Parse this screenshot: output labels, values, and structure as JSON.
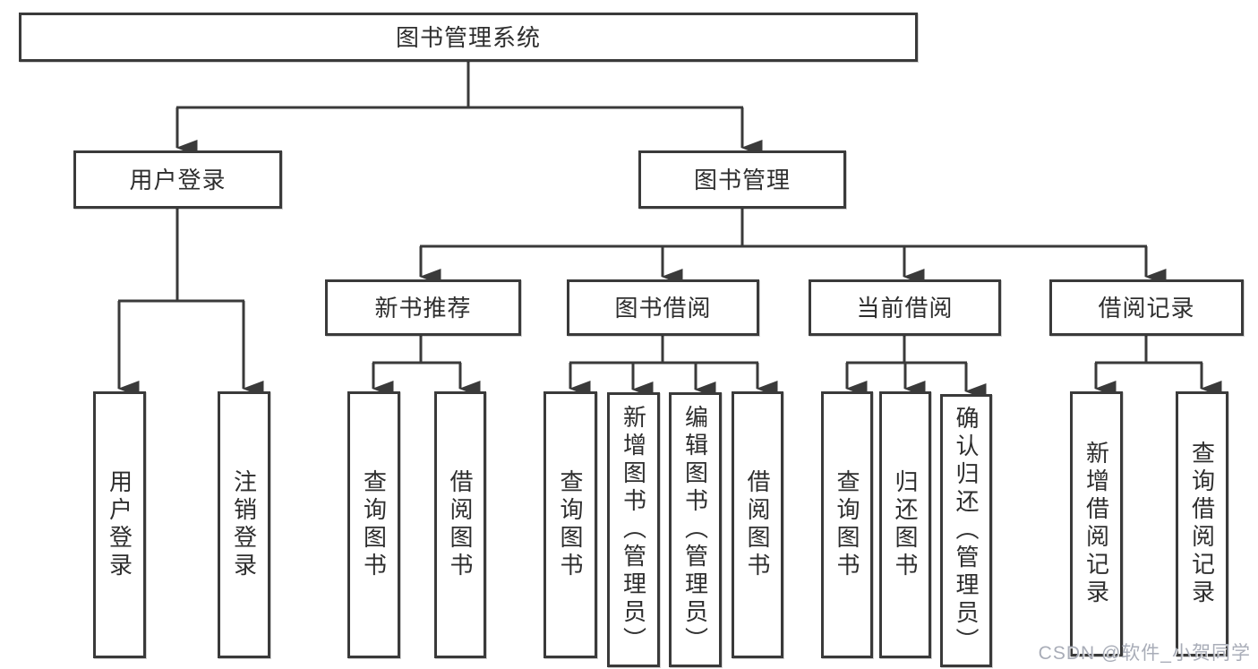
{
  "diagram": {
    "type": "hierarchy-tree",
    "colors": {
      "line": "#3a3a3a",
      "box_border": "#3a3a3a",
      "box_fill": "#ffffff",
      "text": "#2e2e2e",
      "watermark": "#a4a9b4"
    },
    "nodes": {
      "root": "图书管理系统",
      "login": "用户登录",
      "mgmt": "图书管理",
      "login_c1": "用户登录",
      "login_c2": "注销登录",
      "g1": "新书推荐",
      "g1c1": "查询图书",
      "g1c2": "借阅图书",
      "g2": "图书借阅",
      "g2c1": "查询图书",
      "g2c2": "新增图书（管理员）",
      "g2c3": "编辑图书（管理员）",
      "g2c4": "借阅图书",
      "g3": "当前借阅",
      "g3c1": "查询图书",
      "g3c2": "归还图书",
      "g3c3": "确认归还（管理员）",
      "g4": "借阅记录",
      "g4c1": "新增借阅记录",
      "g4c2": "查询借阅记录"
    },
    "tree": {
      "label": "图书管理系统",
      "children": [
        {
          "label": "用户登录",
          "children": [
            "用户登录",
            "注销登录"
          ]
        },
        {
          "label": "图书管理",
          "children": [
            {
              "label": "新书推荐",
              "children": [
                "查询图书",
                "借阅图书"
              ]
            },
            {
              "label": "图书借阅",
              "children": [
                "查询图书",
                "新增图书（管理员）",
                "编辑图书（管理员）",
                "借阅图书"
              ]
            },
            {
              "label": "当前借阅",
              "children": [
                "查询图书",
                "归还图书",
                "确认归还（管理员）"
              ]
            },
            {
              "label": "借阅记录",
              "children": [
                "新增借阅记录",
                "查询借阅记录"
              ]
            }
          ]
        }
      ]
    },
    "watermark": "CSDN @软件_小贺同学"
  }
}
